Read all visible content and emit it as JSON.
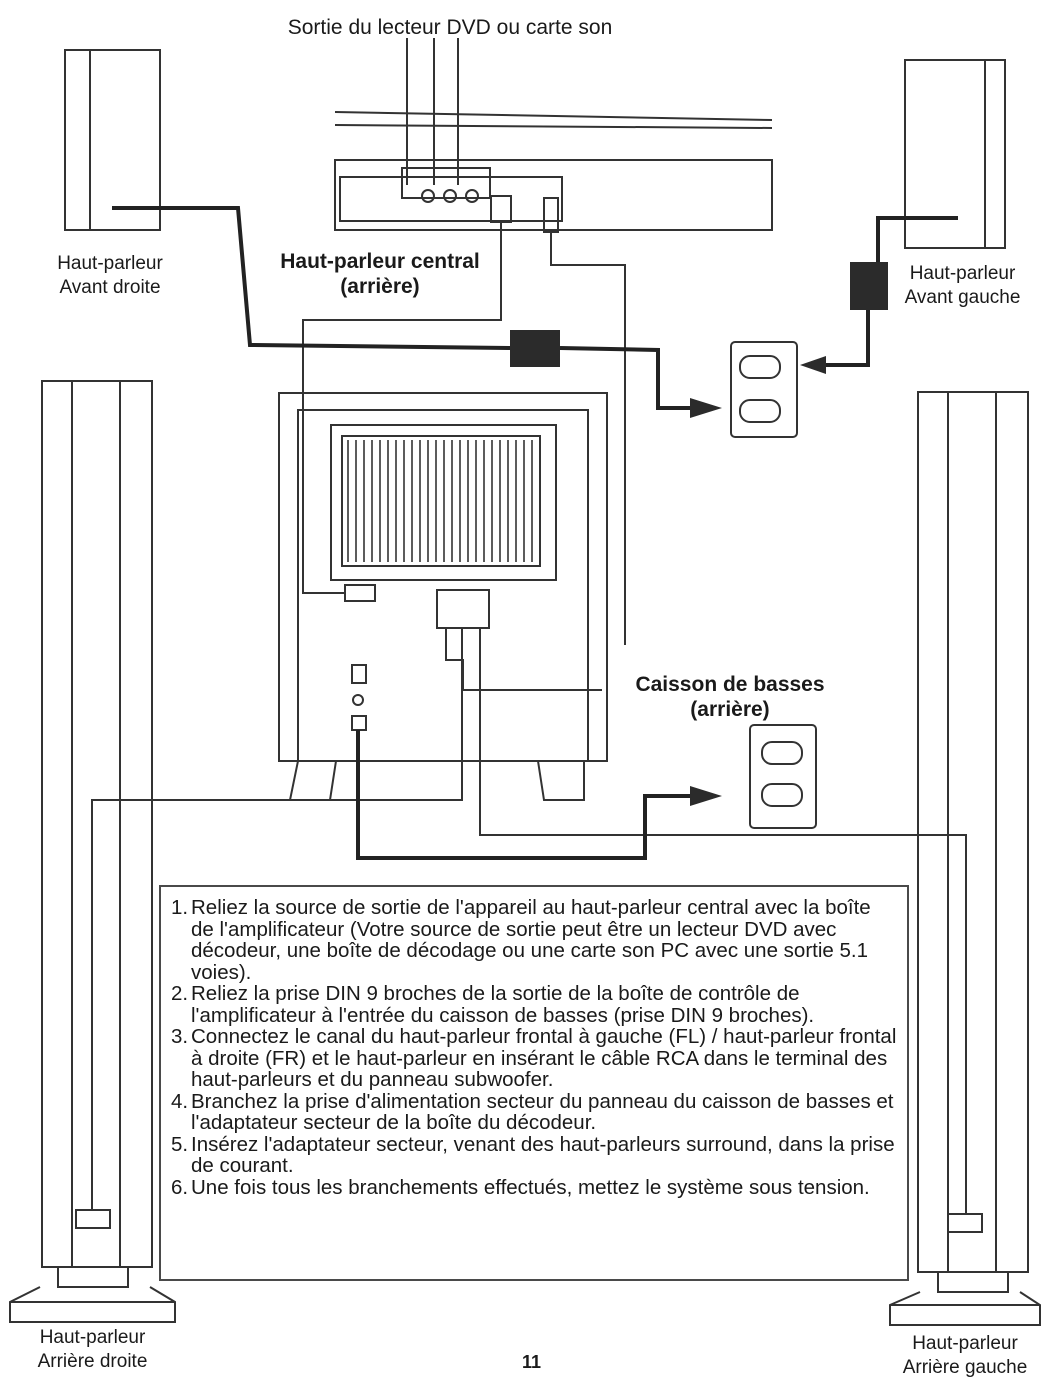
{
  "labels": {
    "source": "Sortie du lecteur DVD ou carte son",
    "front_right": [
      "Haut-parleur",
      "Avant droite"
    ],
    "center": [
      "Haut-parleur central",
      "(arrière)"
    ],
    "front_left": [
      "Haut-parleur",
      "Avant gauche"
    ],
    "subwoofer": [
      "Caisson de basses",
      "(arrière)"
    ],
    "rear_right": [
      "Haut-parleur",
      "Arrière droite"
    ],
    "rear_left": [
      "Haut-parleur",
      "Arrière gauche"
    ]
  },
  "instructions": [
    {
      "num": "1.",
      "text": "Reliez la source de sortie de l'appareil au haut-parleur central avec la boîte de l'amplificateur (Votre source de sortie peut être un lecteur DVD avec décodeur, une boîte de décodage ou une carte son PC avec une sortie 5.1 voies)."
    },
    {
      "num": "2.",
      "text": "Reliez la prise DIN 9 broches de la sortie de la boîte de contrôle de l'amplificateur à l'entrée du caisson de basses (prise DIN 9 broches)."
    },
    {
      "num": "3.",
      "text": "Connectez le canal du haut-parleur frontal à gauche (FL) / haut-parleur frontal à droite (FR) et le haut-parleur en insérant le câble RCA dans le terminal des haut-parleurs et du panneau subwoofer."
    },
    {
      "num": "4.",
      "text": "Branchez la prise d'alimentation secteur du panneau du caisson de basses et l'adaptateur secteur de la boîte du décodeur."
    },
    {
      "num": "5.",
      "text": "Insérez l'adaptateur secteur, venant des haut-parleurs surround, dans la prise de courant."
    },
    {
      "num": "6.",
      "text": "Une fois tous les branchements effectués, mettez le système sous tension."
    }
  ],
  "page_number": "11"
}
